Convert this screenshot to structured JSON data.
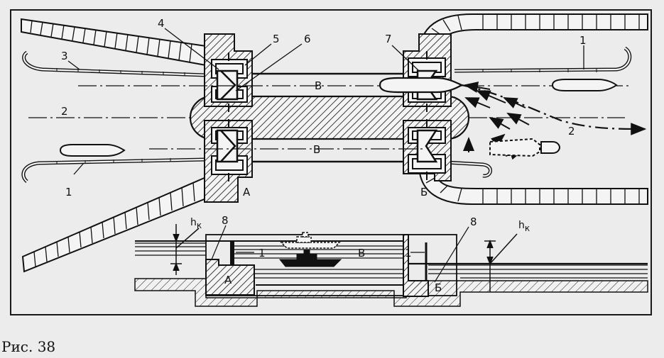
{
  "figure": {
    "caption": "Рис. 38",
    "lock_heads": [
      "А",
      "Б"
    ],
    "chamber_axis_label": "В",
    "numbered_labels": [
      "1",
      "2",
      "3",
      "4",
      "5",
      "6",
      "7",
      "8"
    ],
    "head_difference_label": "h",
    "head_difference_subscript": "к",
    "ink_color": "#111111",
    "paper_color": "#ececec",
    "frame_color": "#1a1a1a"
  }
}
